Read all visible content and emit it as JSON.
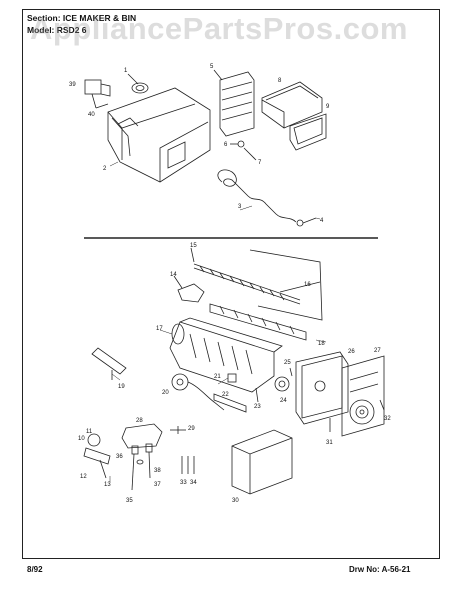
{
  "header": {
    "section_line": "Section:  ICE MAKER & BIN",
    "model_line": "Model:     RSD2 6"
  },
  "watermark": "AppliancePartsPros.com",
  "footer": {
    "date": "8/92",
    "drawing_number": "Drw No:  A-56-21"
  },
  "part_numbers": [
    "1",
    "2",
    "3",
    "4",
    "5",
    "6",
    "7",
    "8",
    "9",
    "39",
    "40",
    "14",
    "15",
    "16",
    "17",
    "18",
    "19",
    "20",
    "21",
    "22",
    "23",
    "24",
    "25",
    "26",
    "27",
    "28",
    "29",
    "30",
    "31",
    "32",
    "33",
    "34",
    "35",
    "36",
    "37",
    "38",
    "10",
    "11",
    "12",
    "13"
  ]
}
